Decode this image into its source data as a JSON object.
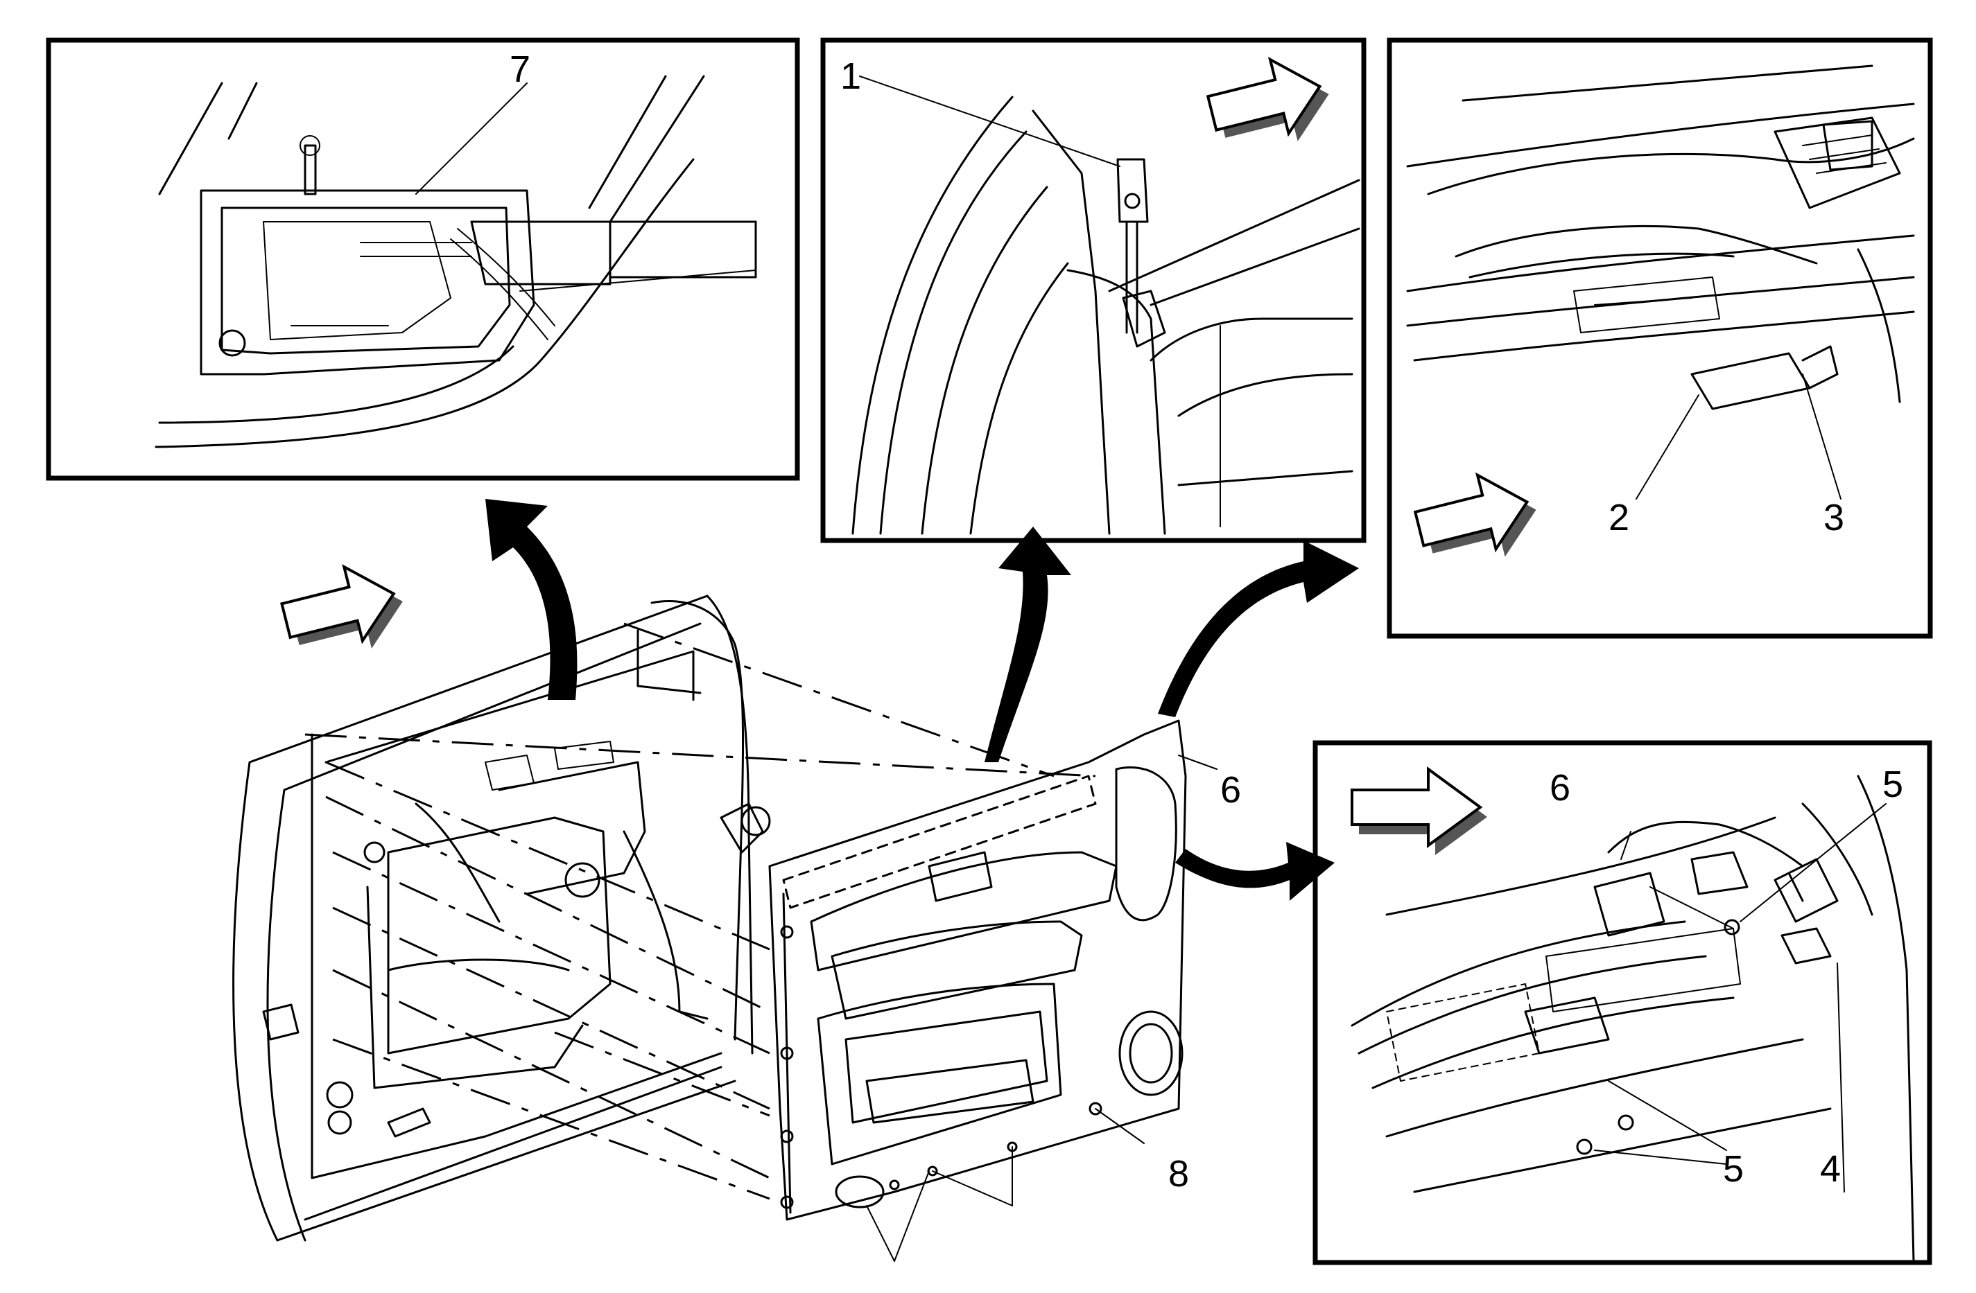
{
  "callouts": {
    "c1": "1",
    "c2": "2",
    "c3": "3",
    "c4": "4",
    "c5_top": "5",
    "c5_bottom": "5",
    "c6_main": "6",
    "c6_detail": "6",
    "c7": "7",
    "c8": "8"
  },
  "colors": {
    "line": "#000000",
    "background": "#ffffff",
    "arrow_shadow": "#555555"
  }
}
